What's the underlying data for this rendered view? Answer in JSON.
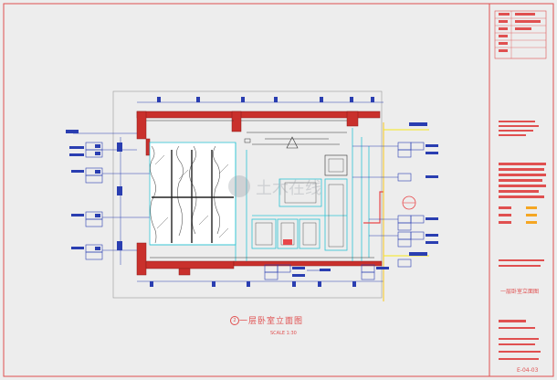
{
  "drawing": {
    "title": "一层卧室立面图",
    "scale": "SCALE 1:30",
    "view_number": "2",
    "sheet_name": "一层卧室立面图",
    "sheet_code": "E-04-03",
    "watermark": "土木在线"
  },
  "colors": {
    "background": "#ededed",
    "border": "#e05050",
    "wall_fill": "#c9302c",
    "wall_hatch": "#8a1a18",
    "cyan": "#2ec4d4",
    "dim": "#2a3eb1",
    "leader_red": "#e8474a",
    "highlight": "#f7e81a",
    "tag_blue": "#1f3aa8",
    "text_dark": "#333333"
  },
  "callout_icons": [
    "material-tag",
    "material-tag",
    "material-tag",
    "material-tag",
    "material-tag",
    "material-tag"
  ]
}
